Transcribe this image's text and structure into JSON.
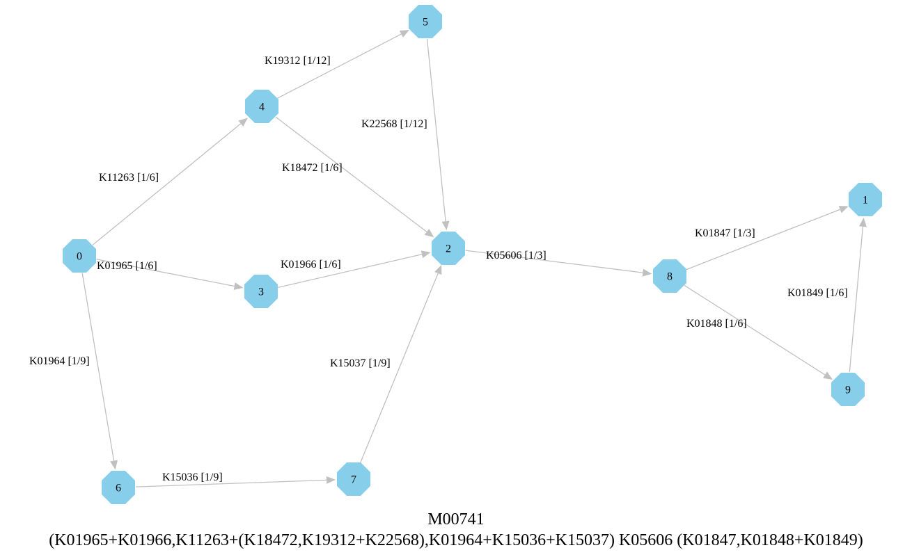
{
  "module": {
    "title": "M00741",
    "definition": "(K01965+K01966,K11263+(K18472,K19312+K22568),K01964+K15036+K15037) K05606 (K01847,K01848+K01849)"
  },
  "colors": {
    "node_fill": "#87ceeb",
    "edge": "#c0c0c0",
    "text": "#000000"
  },
  "nodes": [
    {
      "id": "0",
      "label": "0"
    },
    {
      "id": "1",
      "label": "1"
    },
    {
      "id": "2",
      "label": "2"
    },
    {
      "id": "3",
      "label": "3"
    },
    {
      "id": "4",
      "label": "4"
    },
    {
      "id": "5",
      "label": "5"
    },
    {
      "id": "6",
      "label": "6"
    },
    {
      "id": "7",
      "label": "7"
    },
    {
      "id": "8",
      "label": "8"
    },
    {
      "id": "9",
      "label": "9"
    }
  ],
  "edges": [
    {
      "from": "0",
      "to": "4",
      "label": "K11263 [1/6]"
    },
    {
      "from": "0",
      "to": "3",
      "label": "K01965 [1/6]"
    },
    {
      "from": "0",
      "to": "6",
      "label": "K01964 [1/9]"
    },
    {
      "from": "4",
      "to": "5",
      "label": "K19312 [1/12]"
    },
    {
      "from": "4",
      "to": "2",
      "label": "K18472 [1/6]"
    },
    {
      "from": "5",
      "to": "2",
      "label": "K22568 [1/12]"
    },
    {
      "from": "3",
      "to": "2",
      "label": "K01966 [1/6]"
    },
    {
      "from": "6",
      "to": "7",
      "label": "K15036 [1/9]"
    },
    {
      "from": "7",
      "to": "2",
      "label": "K15037 [1/9]"
    },
    {
      "from": "2",
      "to": "8",
      "label": "K05606 [1/3]"
    },
    {
      "from": "8",
      "to": "1",
      "label": "K01847 [1/3]"
    },
    {
      "from": "8",
      "to": "9",
      "label": "K01848 [1/6]"
    },
    {
      "from": "9",
      "to": "1",
      "label": "K01849 [1/6]"
    }
  ]
}
